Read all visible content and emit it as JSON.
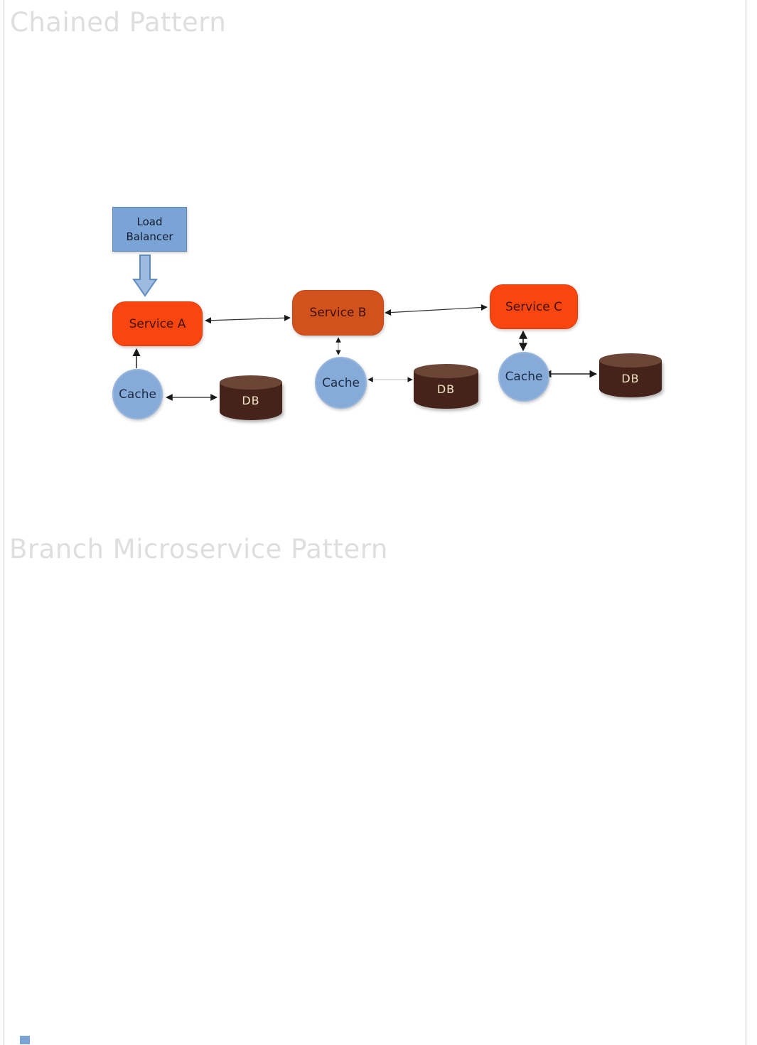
{
  "headings": {
    "section1": "Chained Pattern",
    "section2": "Branch Microservice Pattern"
  },
  "chained_diagram": {
    "load_balancer": {
      "label": "Load Balancer"
    },
    "services": [
      {
        "label": "Service A"
      },
      {
        "label": "Service B"
      },
      {
        "label": "Service C"
      }
    ],
    "caches": [
      {
        "label": "Cache"
      },
      {
        "label": "Cache"
      },
      {
        "label": "Cache"
      }
    ],
    "databases": [
      {
        "label": "DB"
      },
      {
        "label": "DB"
      },
      {
        "label": "DB"
      }
    ],
    "colors": {
      "service_accent": "#f94611",
      "service_secondary": "#d2521e",
      "blue_node": "#87abd9",
      "db_brown": "#45231a",
      "heading_gray": "#dedee0"
    }
  }
}
